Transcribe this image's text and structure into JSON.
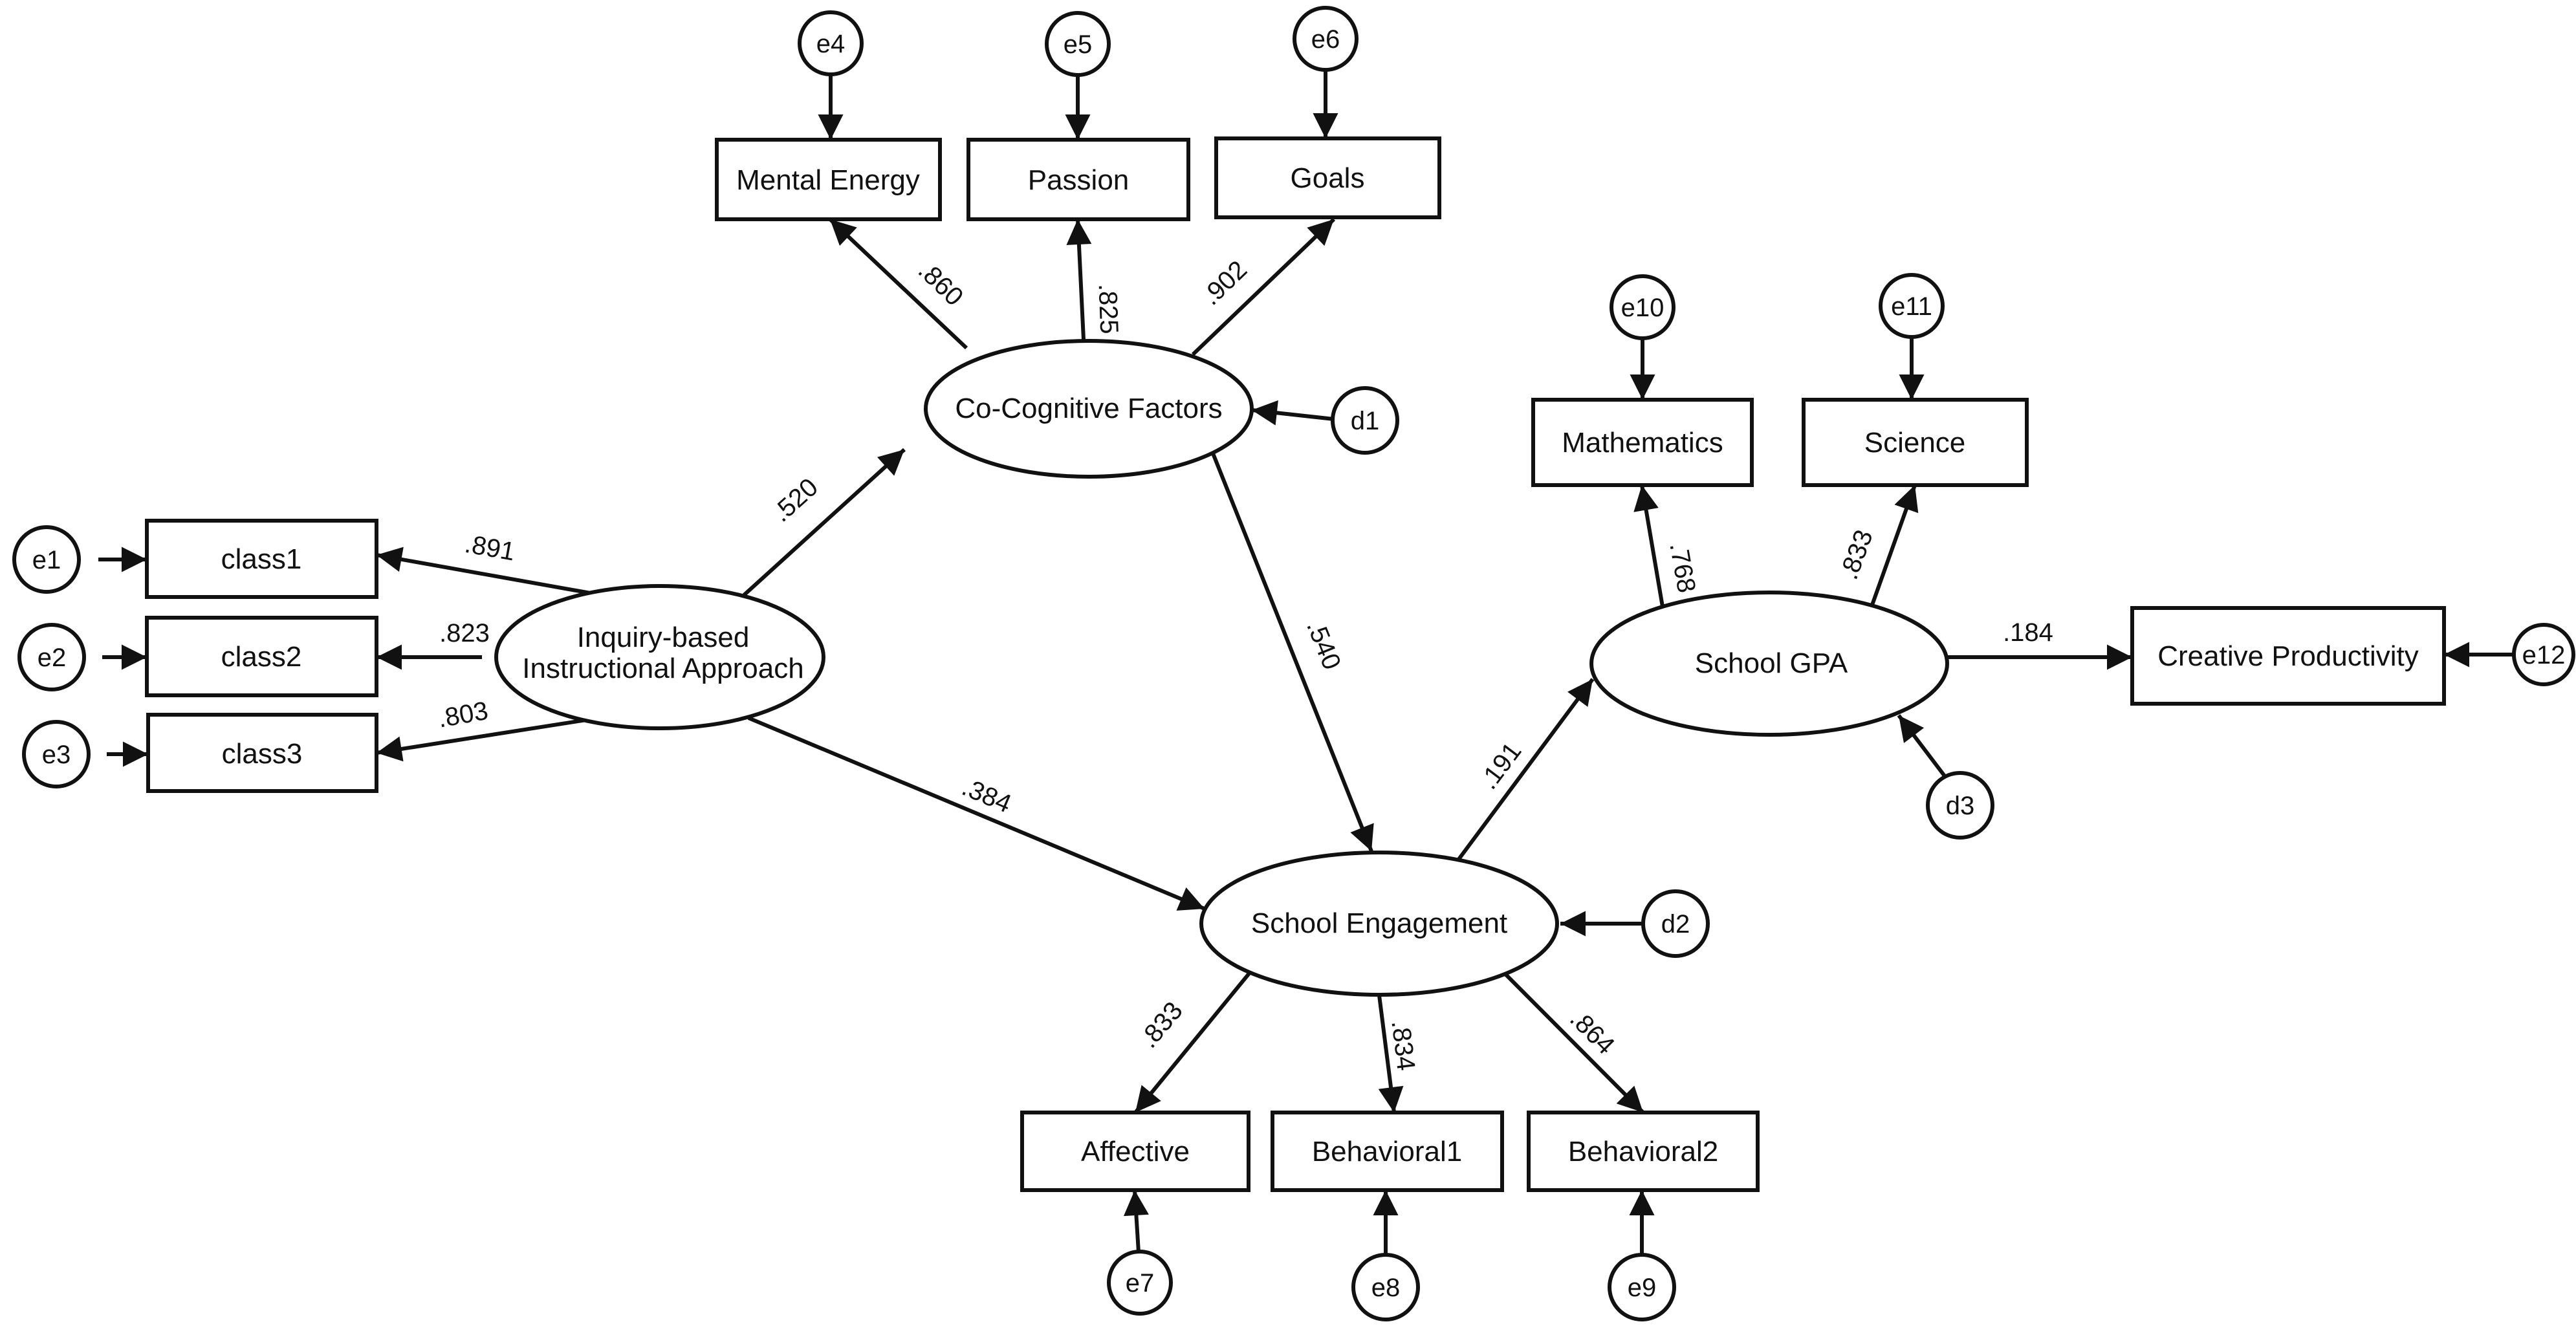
{
  "diagram": {
    "nodes": {
      "inquiry": {
        "lines": [
          "Inquiry-based",
          "Instructional Approach"
        ]
      },
      "cocog": {
        "label": "Co-Cognitive Factors"
      },
      "engage": {
        "label": "School Engagement"
      },
      "gpa": {
        "label": "School GPA"
      },
      "class1": {
        "label": "class1"
      },
      "class2": {
        "label": "class2"
      },
      "class3": {
        "label": "class3"
      },
      "mental": {
        "label": "Mental Energy"
      },
      "passion": {
        "label": "Passion"
      },
      "goals": {
        "label": "Goals"
      },
      "math": {
        "label": "Mathematics"
      },
      "science": {
        "label": "Science"
      },
      "creative": {
        "label": "Creative Productivity"
      },
      "affective": {
        "label": "Affective"
      },
      "beh1": {
        "label": "Behavioral1"
      },
      "beh2": {
        "label": "Behavioral2"
      },
      "e1": {
        "label": "e1"
      },
      "e2": {
        "label": "e2"
      },
      "e3": {
        "label": "e3"
      },
      "e4": {
        "label": "e4"
      },
      "e5": {
        "label": "e5"
      },
      "e6": {
        "label": "e6"
      },
      "e7": {
        "label": "e7"
      },
      "e8": {
        "label": "e8"
      },
      "e9": {
        "label": "e9"
      },
      "e10": {
        "label": "e10"
      },
      "e11": {
        "label": "e11"
      },
      "e12": {
        "label": "e12"
      },
      "d1": {
        "label": "d1"
      },
      "d2": {
        "label": "d2"
      },
      "d3": {
        "label": "d3"
      }
    },
    "coefficients": {
      "inquiry_class1": ".891",
      "inquiry_class2": ".823",
      "inquiry_class3": ".803",
      "inquiry_cocog": ".520",
      "inquiry_engage": ".384",
      "cocog_mental": ".860",
      "cocog_passion": ".825",
      "cocog_goals": ".902",
      "cocog_engage": ".540",
      "engage_gpa": ".191",
      "engage_affective": ".833",
      "engage_beh1": ".834",
      "engage_beh2": ".864",
      "gpa_math": ".768",
      "gpa_science": ".833",
      "gpa_creative": ".184"
    }
  }
}
